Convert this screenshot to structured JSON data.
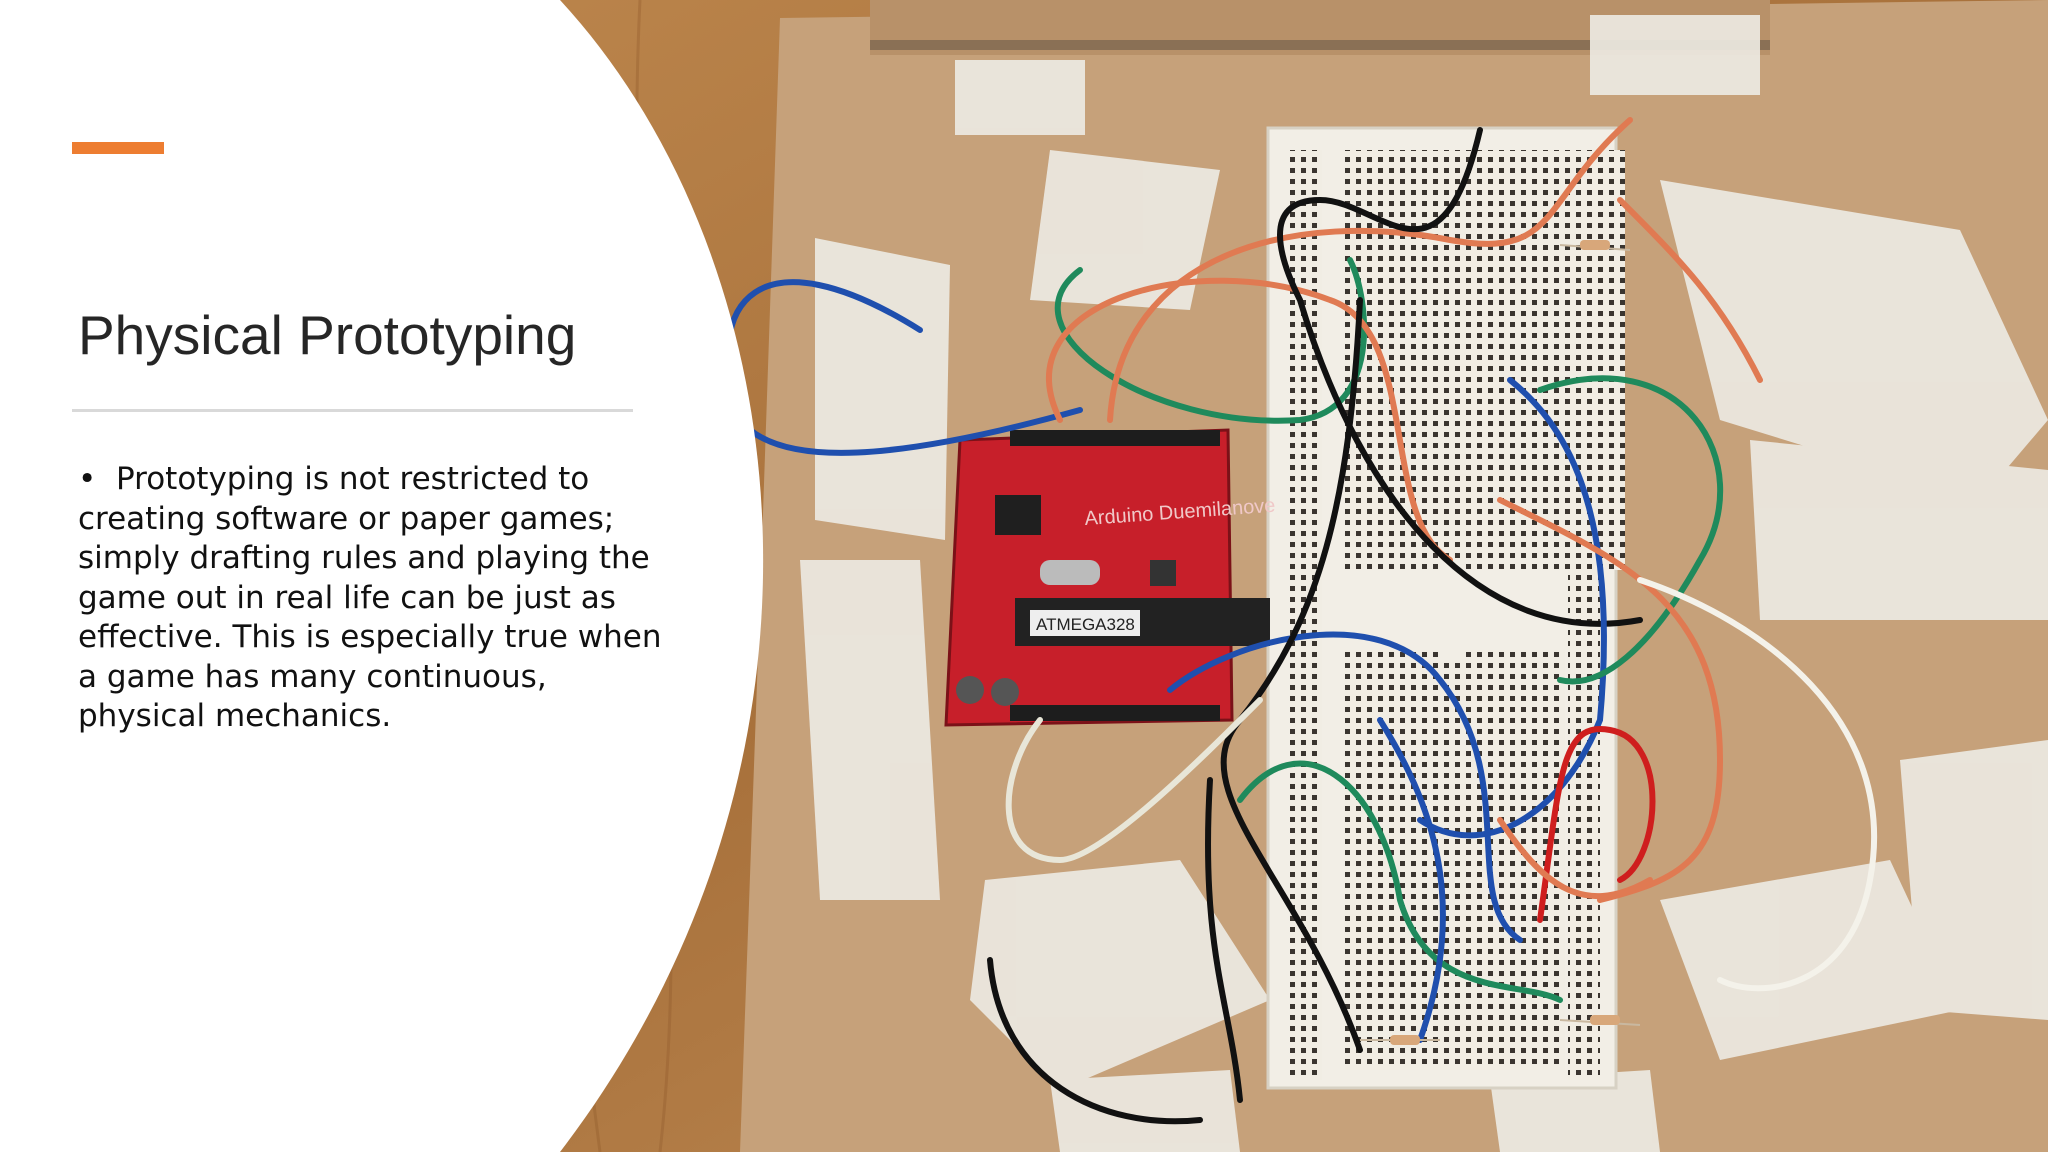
{
  "slide": {
    "title": "Physical Prototyping",
    "bullets": [
      "Prototyping is not restricted to creating software or paper games; simply drafting rules and playing the game out in real life can be just as effective. This is especially true when a game has many continuous, physical mechanics."
    ],
    "bullet_marker": "•",
    "accent_color": "#ed7d31"
  },
  "photo": {
    "chip_label": "ATMEGA328",
    "board_label": "Arduino Duemilanove"
  }
}
